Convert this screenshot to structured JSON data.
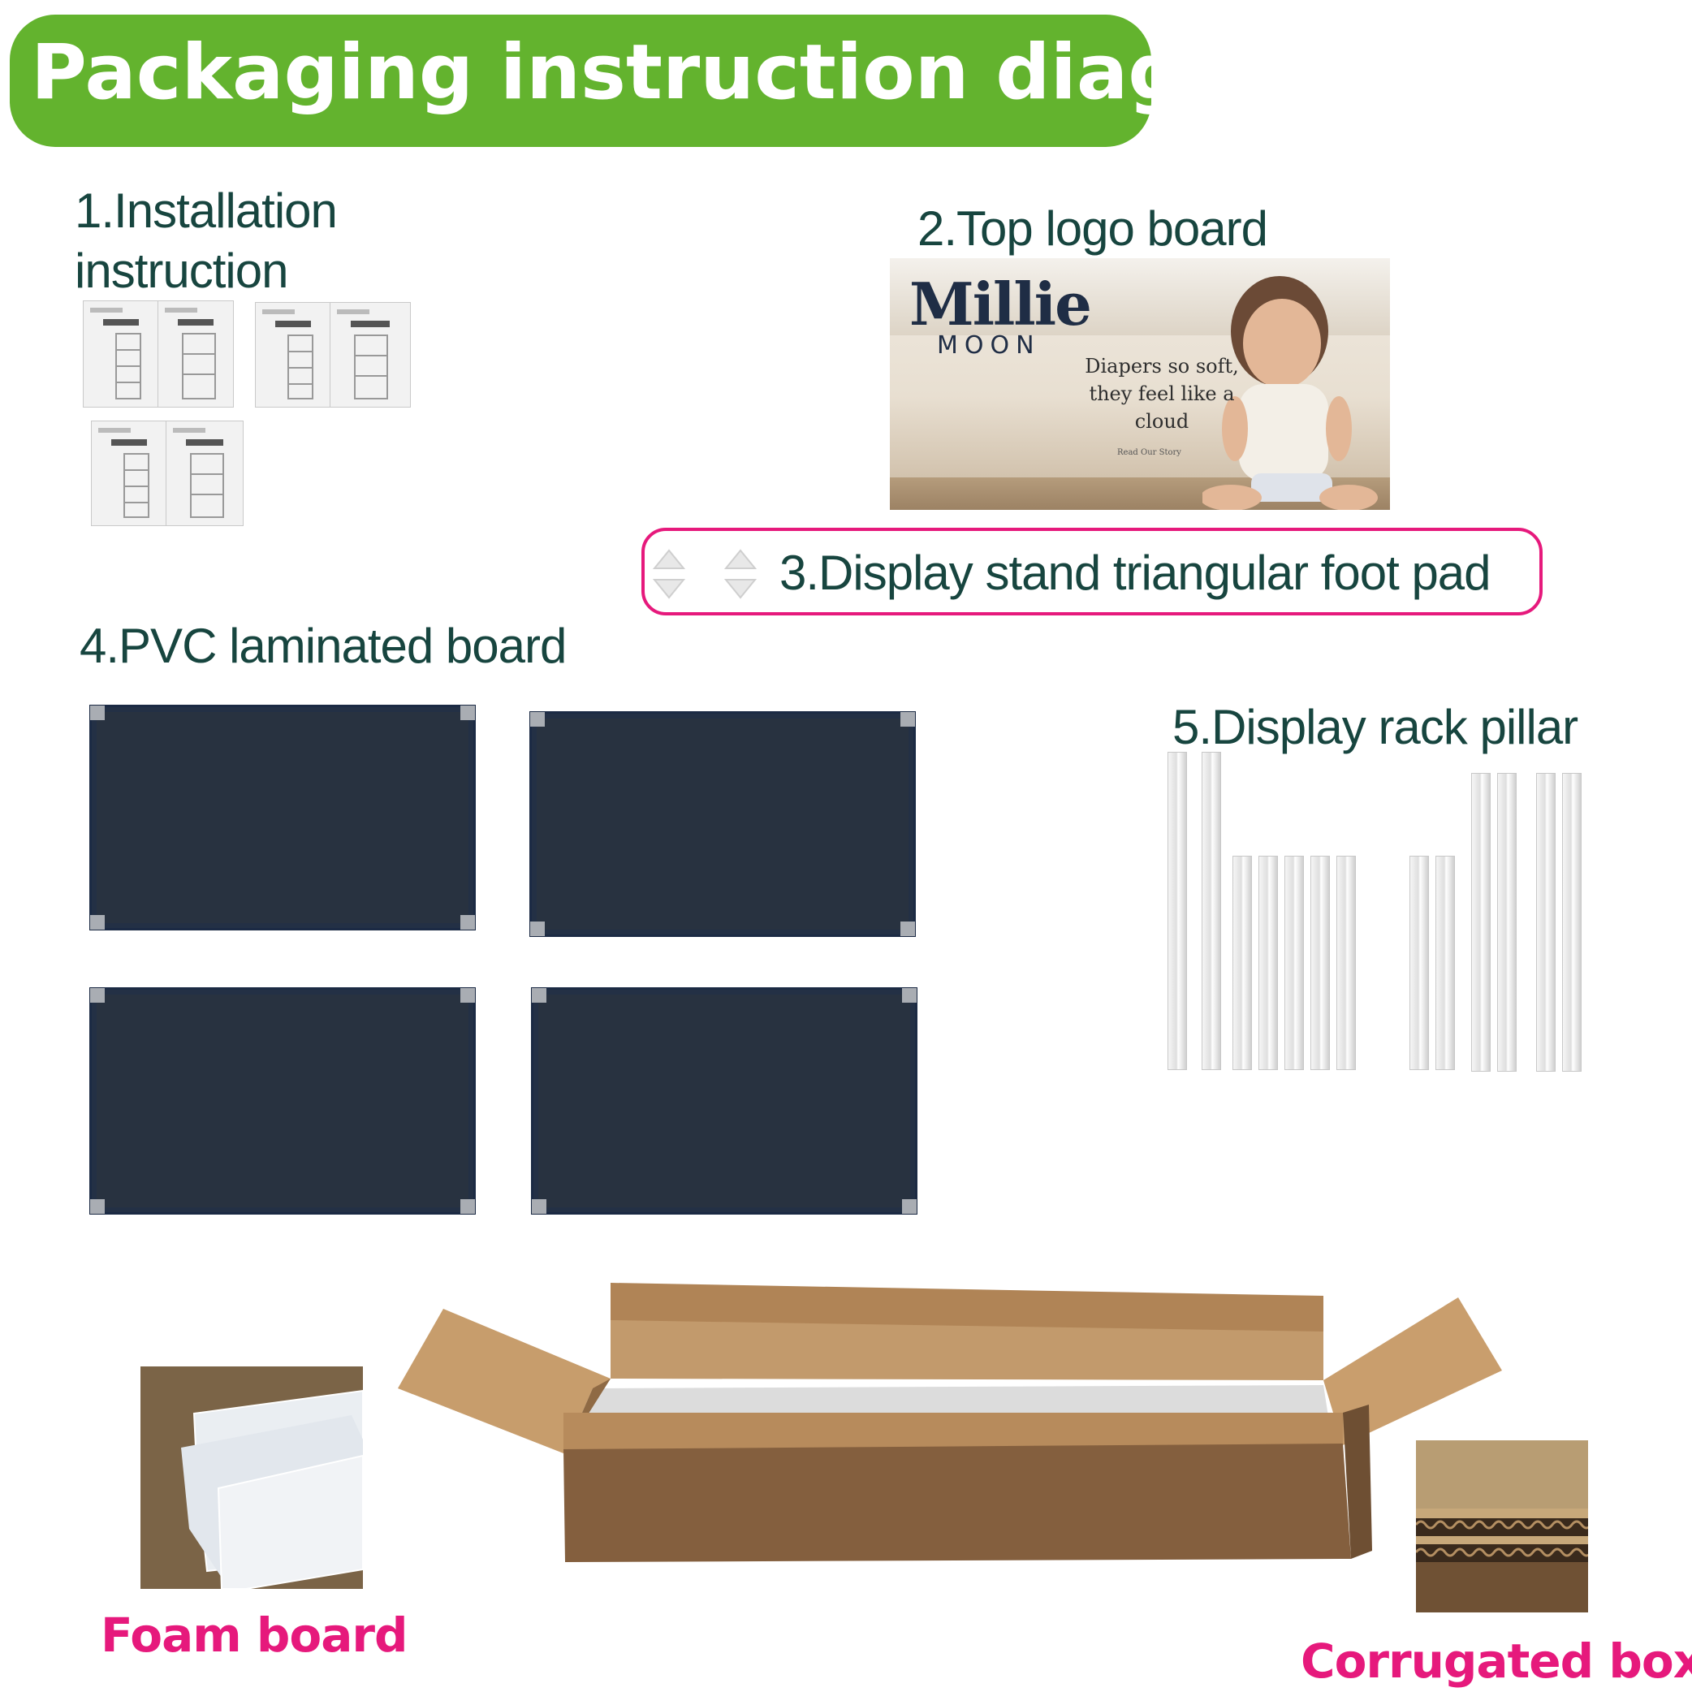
{
  "title": "Packaging instruction diagram",
  "items": {
    "installation": "1.Installation instruction",
    "installation_line1": "1.Installation",
    "installation_line2": "instruction",
    "logo_board": "2.Top logo board",
    "foot_pad": "3.Display stand triangular foot pad",
    "pvc_board": "4.PVC laminated board",
    "pillar": "5.Display rack pillar"
  },
  "logo_board_content": {
    "brand_name": "Millie",
    "brand_sub": "MOON",
    "tagline_1": "Diapers so soft,",
    "tagline_2": "they feel like a",
    "tagline_3": "cloud",
    "link": "Read Our Story"
  },
  "packaging": {
    "foam_board": "Foam board",
    "corrugated_box": "Corrugated box"
  },
  "colors": {
    "banner": "#63b32e",
    "label_text": "#17453f",
    "accent_pink": "#e6197c",
    "board": "#283240",
    "cardboard": "#b58a5a"
  }
}
